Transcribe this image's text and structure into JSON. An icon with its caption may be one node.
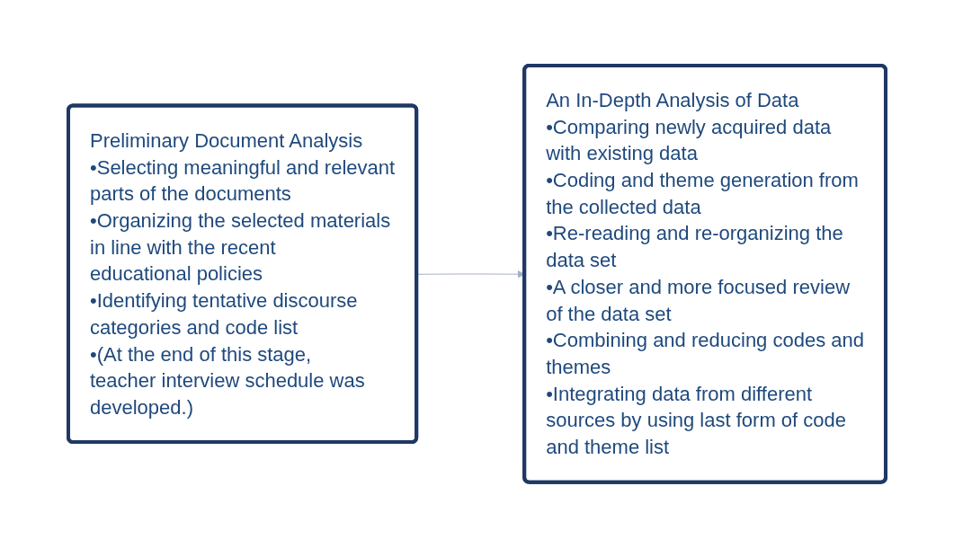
{
  "diagram": {
    "nodes": [
      {
        "text": [
          "Preliminary Document Analysis",
          "•Selecting meaningful and relevant parts of the documents",
          "•Organizing the selected materials in line with the recent educational policies",
          "•Identifying tentative discourse categories and code list",
          "•(At the end of this stage, teacher interview schedule was developed.)"
        ]
      },
      {
        "text": [
          "An In-Depth Analysis of Data",
          "•Comparing newly acquired data with existing data",
          "•Coding and theme generation from the collected data",
          "•Re-reading and re-organizing the data set",
          "•A closer and more focused review of the data set",
          "•Combining and reducing codes and themes",
          "•Integrating data from different sources by using last form of code and theme list"
        ]
      }
    ],
    "edges": [
      {
        "from": 0,
        "to": 1,
        "arrow": "to"
      }
    ]
  }
}
